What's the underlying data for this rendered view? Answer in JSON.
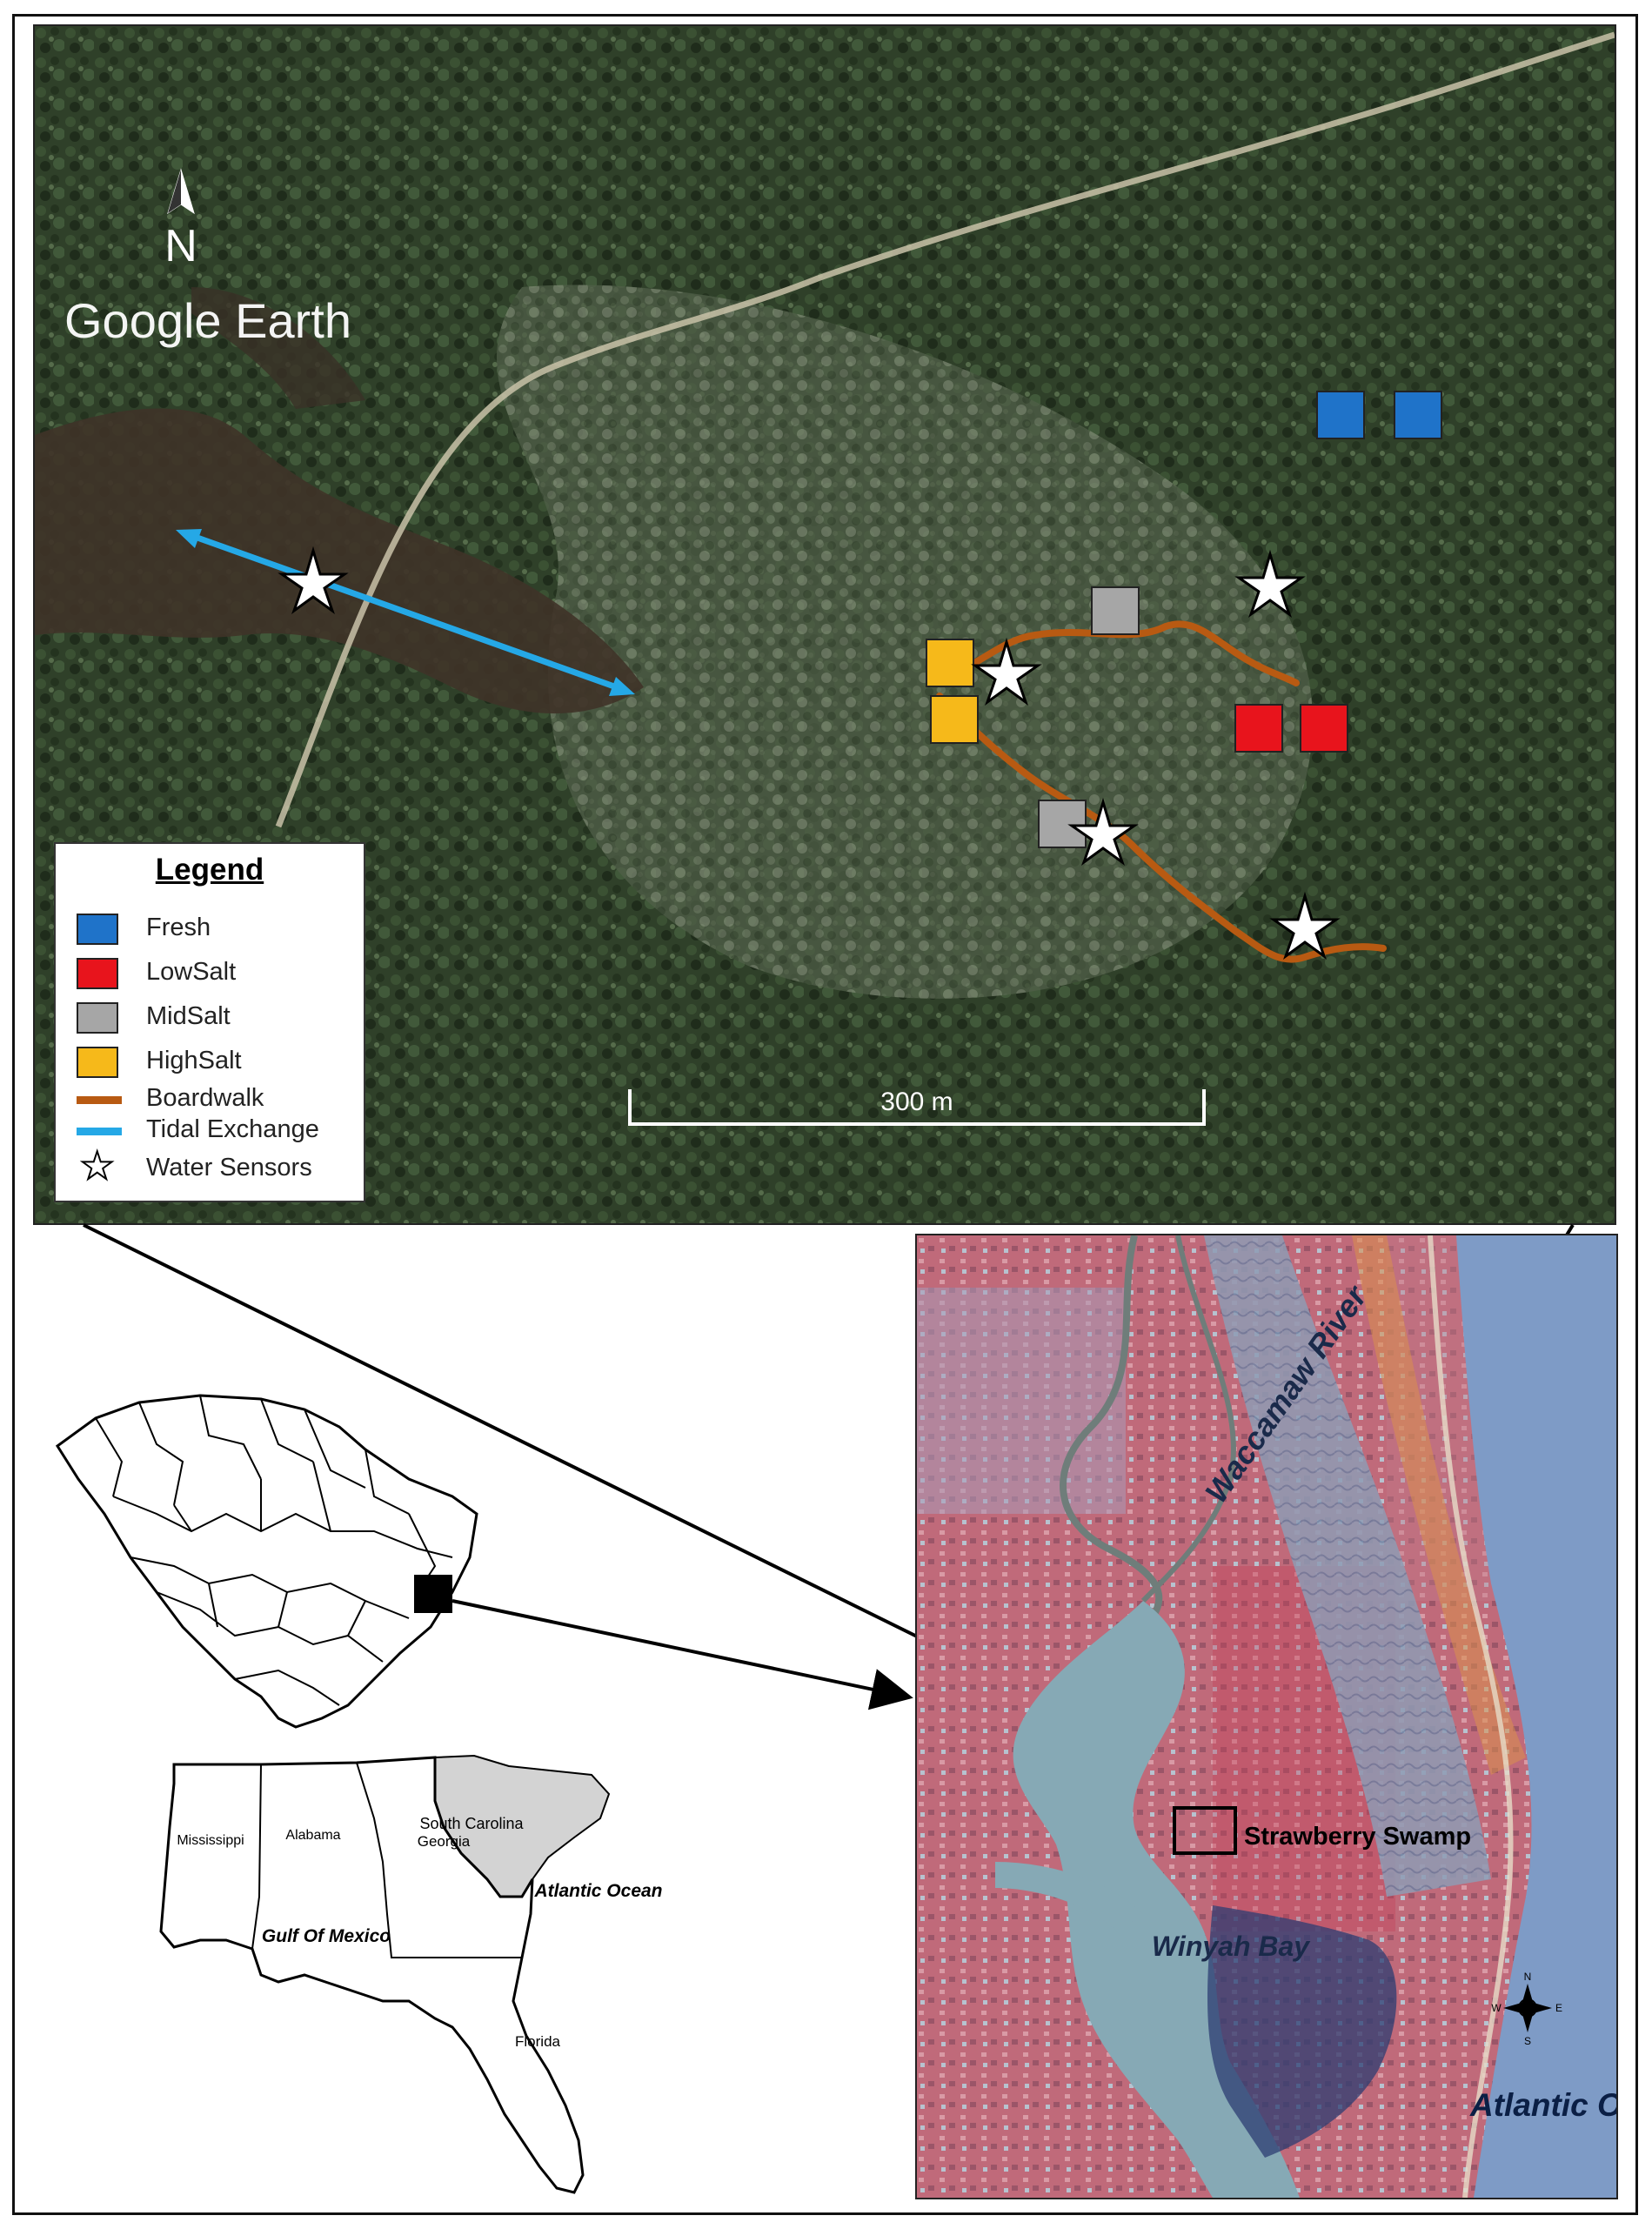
{
  "colors": {
    "fresh": "#1f73c9",
    "lowsalt": "#e8141c",
    "midsalt": "#a6a6a6",
    "highsalt": "#f6b91a",
    "boardwalk": "#b85a12",
    "tidal": "#25a8e6",
    "forest": "#2d3d26"
  },
  "aerial": {
    "google_earth": "Google Earth",
    "north": "N",
    "scale_label": "300 m"
  },
  "legend": {
    "title": "Legend",
    "items": [
      {
        "label": "Fresh",
        "type": "square",
        "color": "#1f73c9"
      },
      {
        "label": "LowSalt",
        "type": "square",
        "color": "#e8141c"
      },
      {
        "label": "MidSalt",
        "type": "square",
        "color": "#a6a6a6"
      },
      {
        "label": "HighSalt",
        "type": "square",
        "color": "#f6b91a"
      },
      {
        "label": "Boardwalk",
        "type": "line",
        "color": "#b85a12"
      },
      {
        "label": "Tidal Exchange",
        "type": "line",
        "color": "#25a8e6"
      },
      {
        "label": "Water Sensors",
        "type": "star",
        "color": "#ffffff"
      }
    ]
  },
  "us_map": {
    "states": [
      "Mississippi",
      "Alabama",
      "Georgia",
      "South Carolina",
      "Florida"
    ],
    "water": [
      "Atlantic Ocean",
      "Gulf Of Mexico"
    ]
  },
  "regional": {
    "river": "Waccamaw River",
    "site": "Strawberry Swamp",
    "bay": "Winyah Bay",
    "ocean": "Atlantic Ocean",
    "compass": [
      "N",
      "S",
      "W",
      "E"
    ]
  }
}
